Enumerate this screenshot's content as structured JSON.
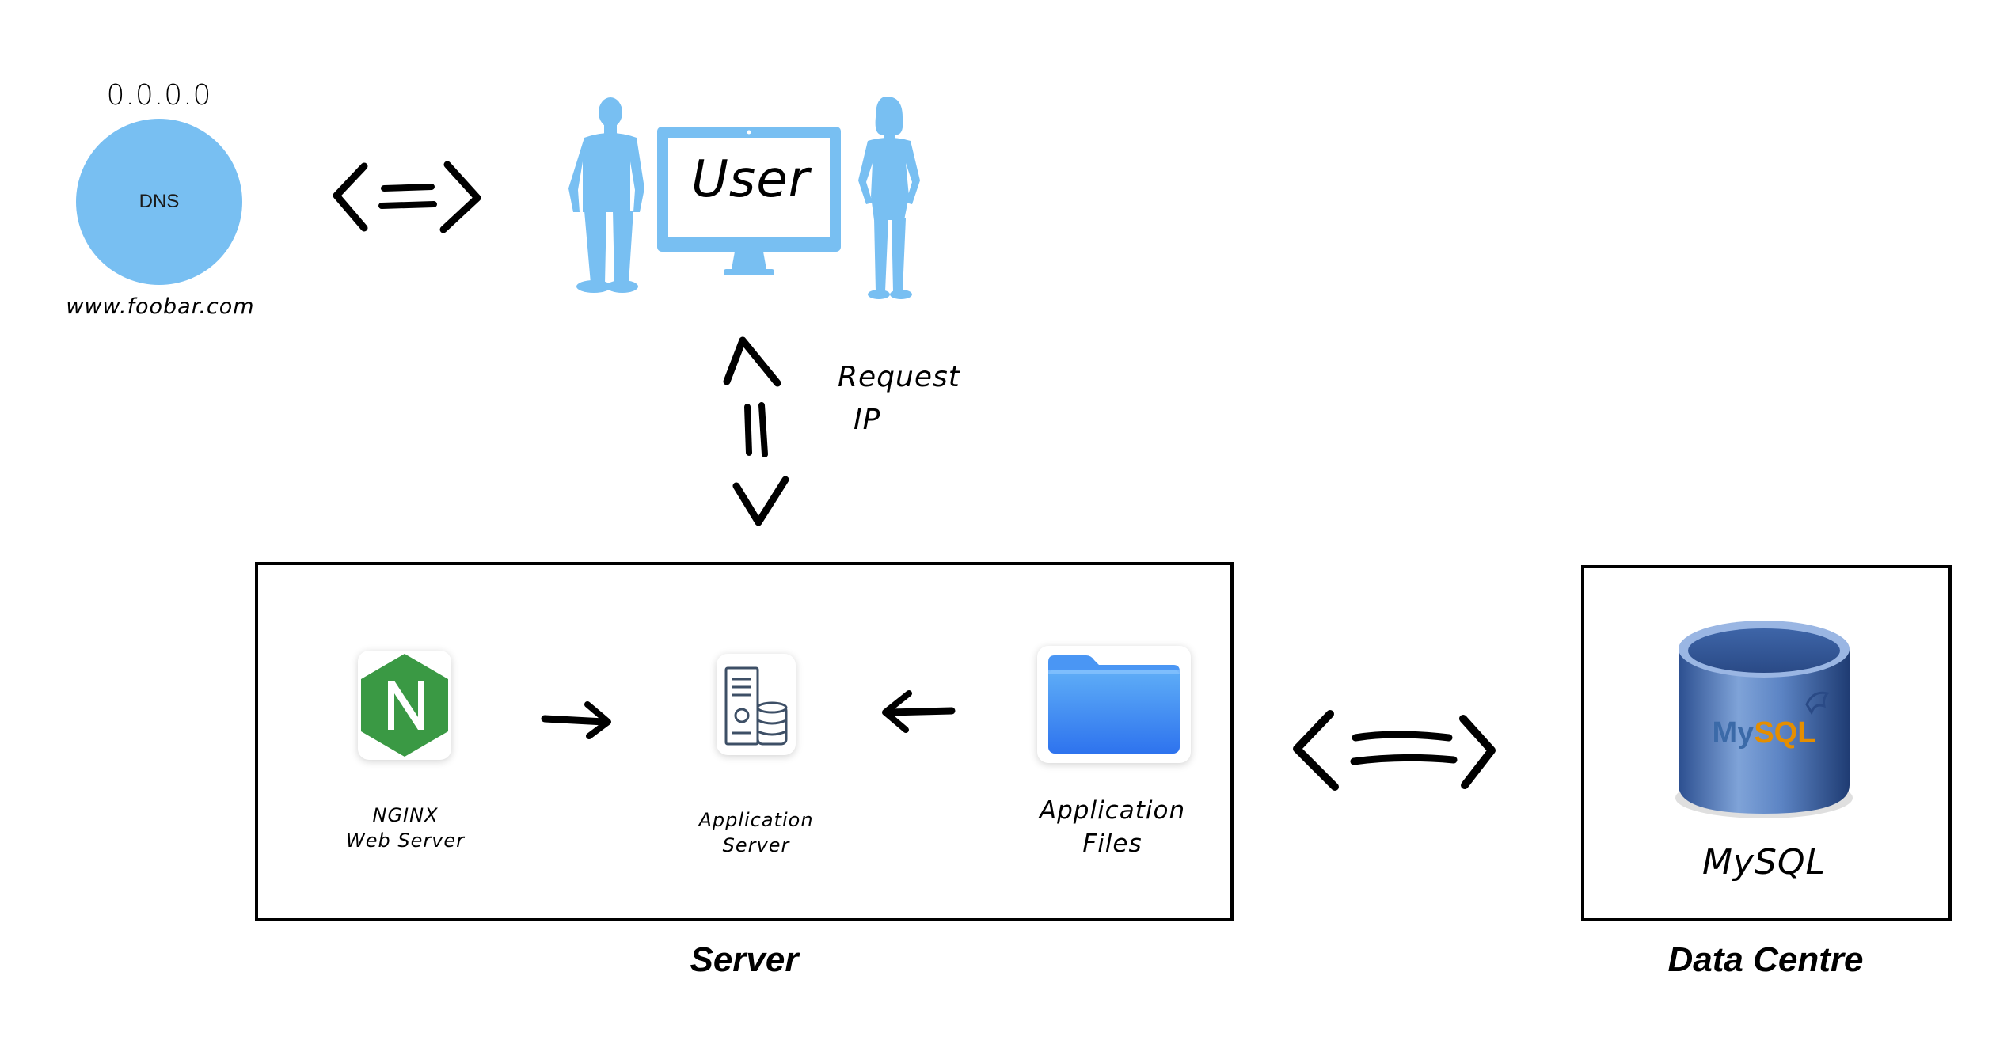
{
  "dns": {
    "ip": "0.0.0.0",
    "label": "DNS",
    "domain": "www.foobar.com",
    "color": "#78BFF2"
  },
  "user": {
    "label": "User",
    "color": "#78BFF2"
  },
  "request": {
    "line1": "Request",
    "line2": "IP"
  },
  "server": {
    "caption": "Server",
    "nginx": {
      "line1": "NGINX",
      "line2": "Web Server",
      "icon": "nginx-logo-icon",
      "color": "#3A9944"
    },
    "app_server": {
      "line1": "Application",
      "line2": "Server",
      "icon": "server-database-icon"
    },
    "app_files": {
      "line1": "Application",
      "line2": "Files",
      "icon": "folder-icon",
      "color": "#2F7BEF"
    }
  },
  "data_centre": {
    "caption": "Data Centre",
    "db_label": "MySQL",
    "logo_text": "MySQL",
    "icon": "mysql-database-icon"
  }
}
